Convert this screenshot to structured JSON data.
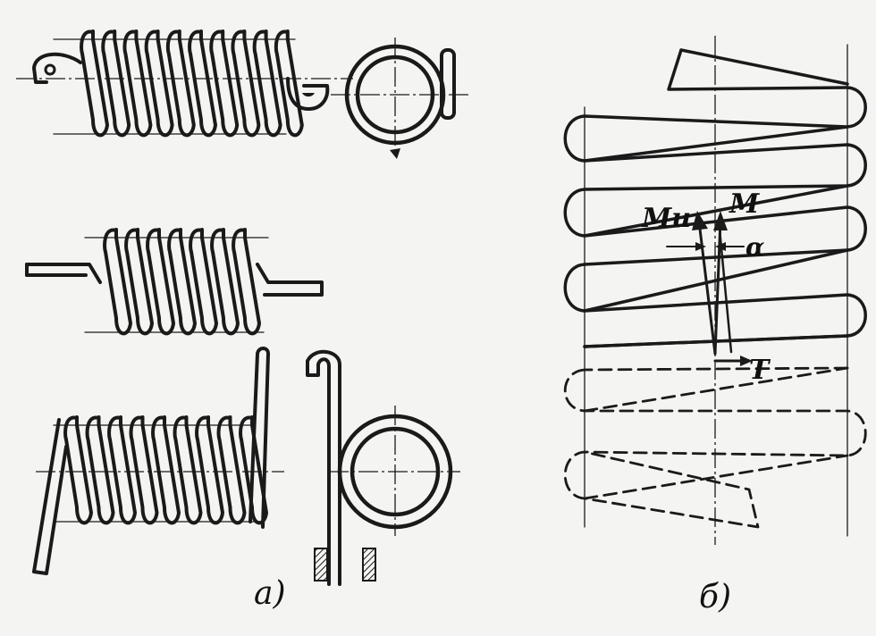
{
  "labels": {
    "panel_a": "а)",
    "panel_b": "б)",
    "mu": "Mu",
    "m": "M",
    "alpha": "α",
    "t": "T"
  },
  "colors": {
    "ink": "#1a1a1a",
    "paper": "#f4f4f2"
  }
}
